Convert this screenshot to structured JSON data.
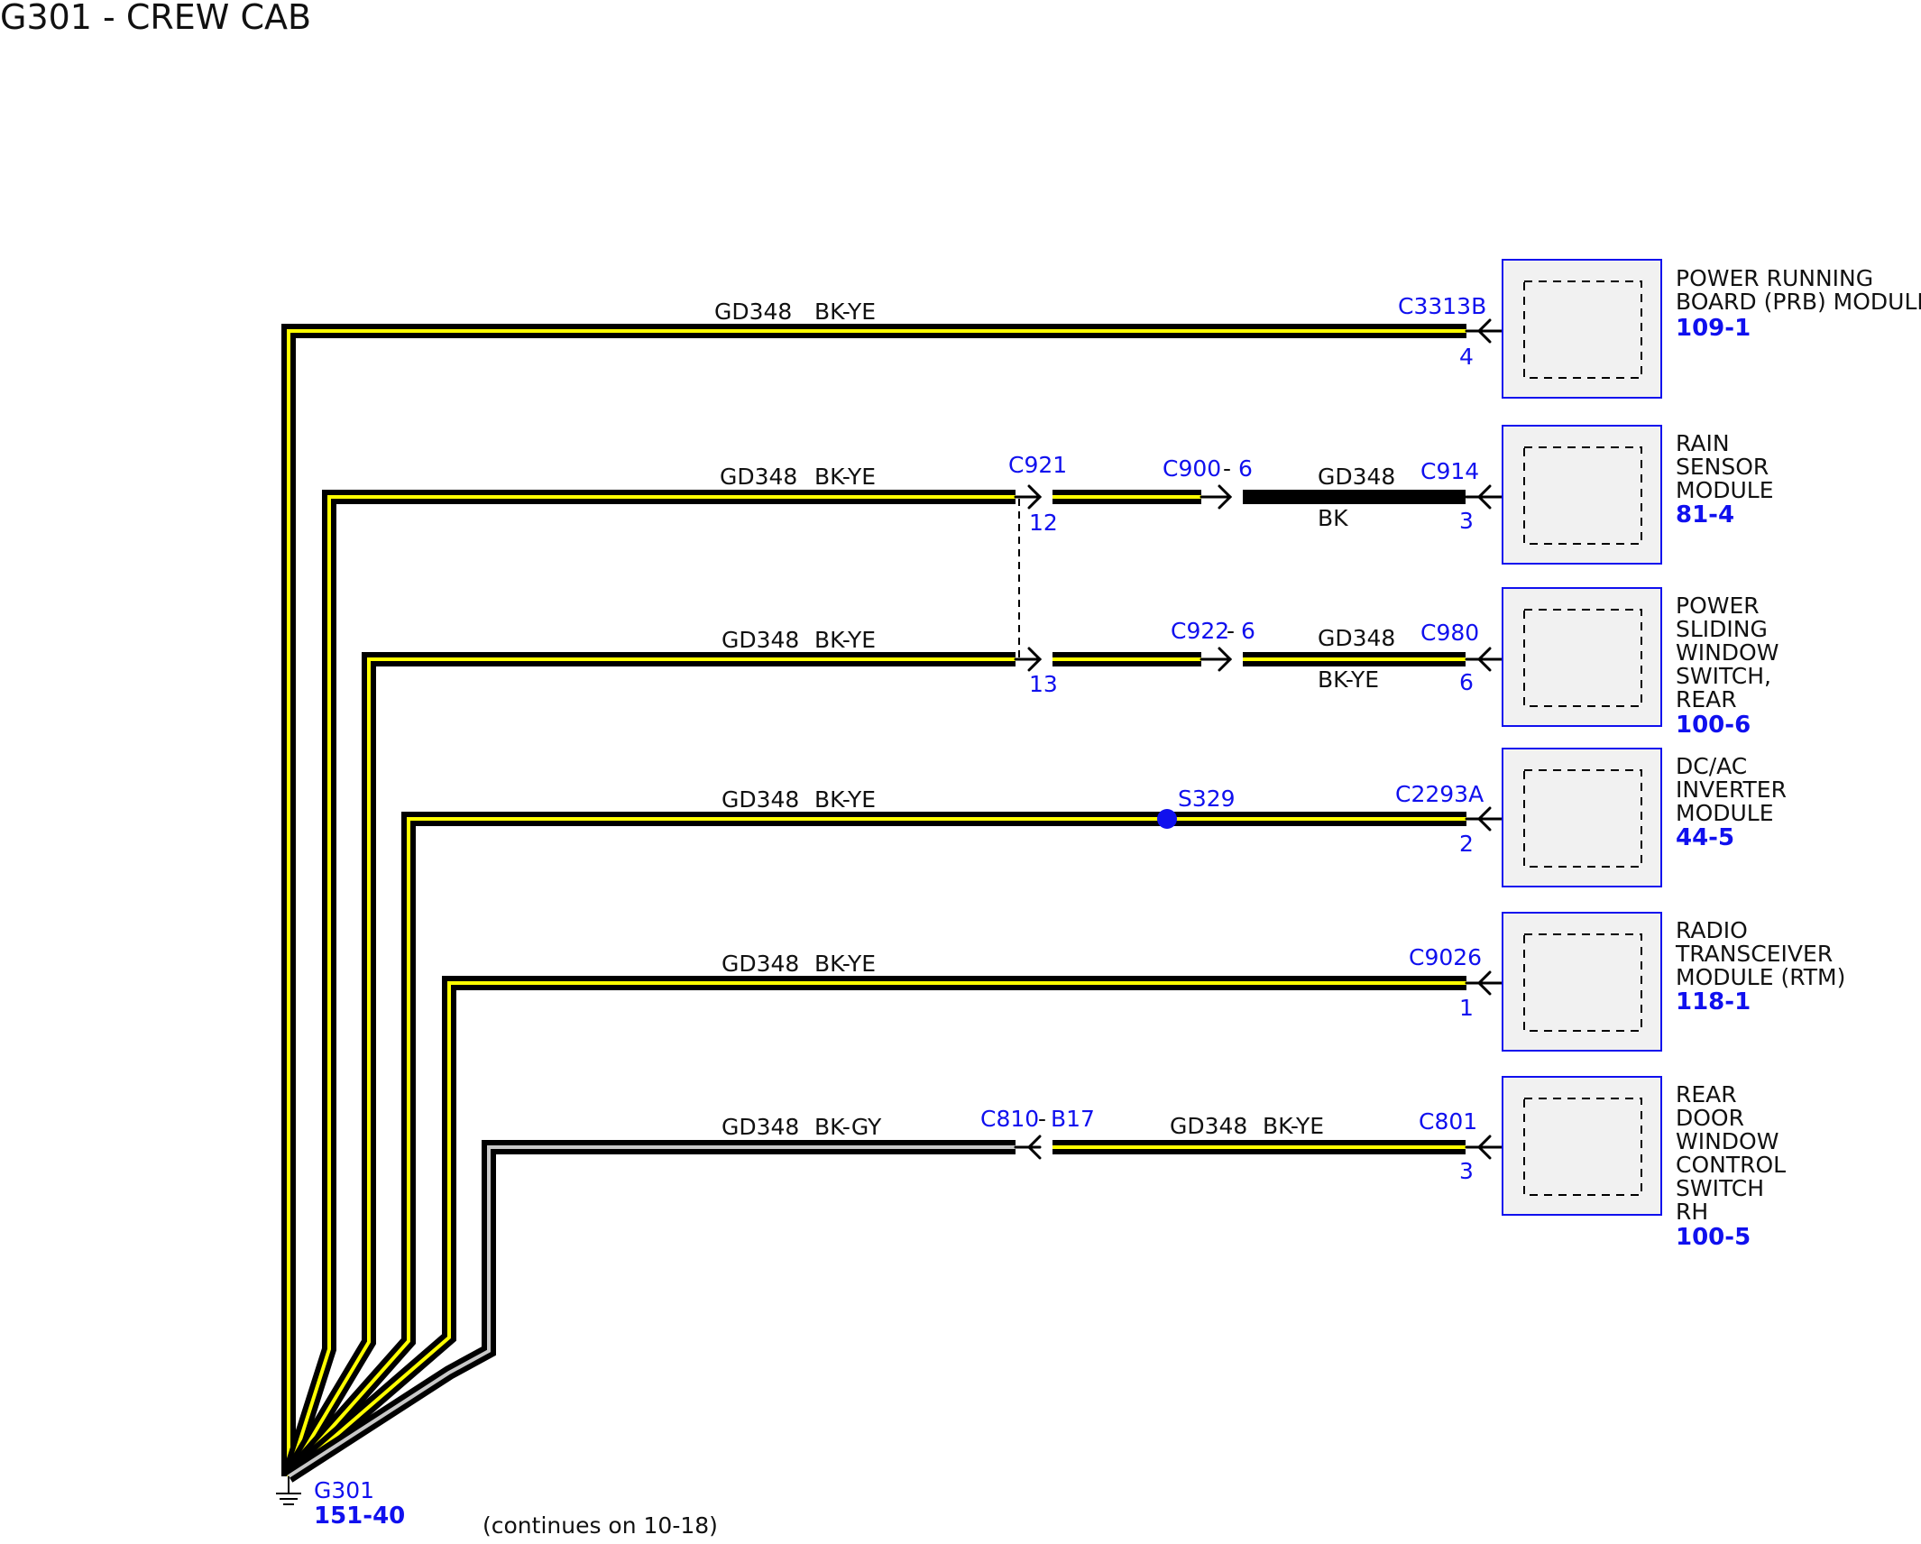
{
  "title": "G301 - CREW CAB",
  "footer_note": "(continues on 10-18)",
  "ground": {
    "name": "G301",
    "ref": "151-40"
  },
  "colors": {
    "wire_black": "#000000",
    "wire_yellow": "#ffff00",
    "wire_gray": "#c8c8c8",
    "blue": "#1010ee",
    "module_fill": "#f1f1f1"
  },
  "circuits": [
    {
      "segments": [
        {
          "circuit": "GD348",
          "color": "BK-YE"
        }
      ],
      "connectors": [
        {
          "name": "C3313B",
          "pin": "4"
        }
      ],
      "module": {
        "lines": [
          "POWER RUNNING",
          "BOARD (PRB) MODULE"
        ],
        "ref": "109-1"
      }
    },
    {
      "segments": [
        {
          "circuit": "GD348",
          "color": "BK-YE"
        },
        {
          "circuit": "GD348",
          "color": "BK"
        }
      ],
      "connectors": [
        {
          "name": "C921",
          "pin": "12"
        },
        {
          "name": "C900",
          "pin": "6"
        },
        {
          "name": "C914",
          "pin": "3"
        }
      ],
      "module": {
        "lines": [
          "RAIN",
          "SENSOR",
          "MODULE"
        ],
        "ref": "81-4"
      }
    },
    {
      "segments": [
        {
          "circuit": "GD348",
          "color": "BK-YE"
        },
        {
          "circuit": "GD348",
          "color": "BK-YE"
        }
      ],
      "connectors": [
        {
          "name": "",
          "pin": "13"
        },
        {
          "name": "C922",
          "pin": "6"
        },
        {
          "name": "C980",
          "pin": "6"
        }
      ],
      "module": {
        "lines": [
          "POWER",
          "SLIDING",
          "WINDOW",
          "SWITCH,",
          "REAR"
        ],
        "ref": "100-6"
      }
    },
    {
      "segments": [
        {
          "circuit": "GD348",
          "color": "BK-YE"
        }
      ],
      "splice": "S329",
      "connectors": [
        {
          "name": "C2293A",
          "pin": "2"
        }
      ],
      "module": {
        "lines": [
          "DC/AC",
          "INVERTER",
          "MODULE"
        ],
        "ref": "44-5"
      }
    },
    {
      "segments": [
        {
          "circuit": "GD348",
          "color": "BK-YE"
        }
      ],
      "connectors": [
        {
          "name": "C9026",
          "pin": "1"
        }
      ],
      "module": {
        "lines": [
          "RADIO",
          "TRANSCEIVER",
          "MODULE (RTM)"
        ],
        "ref": "118-1"
      }
    },
    {
      "segments": [
        {
          "circuit": "GD348",
          "color": "BK-GY"
        },
        {
          "circuit": "GD348",
          "color": "BK-YE"
        }
      ],
      "connectors": [
        {
          "name": "C810",
          "pin": "B17"
        },
        {
          "name": "C801",
          "pin": "3"
        }
      ],
      "module": {
        "lines": [
          "REAR",
          "DOOR",
          "WINDOW",
          "CONTROL",
          "SWITCH",
          "RH"
        ],
        "ref": "100-5"
      }
    }
  ]
}
